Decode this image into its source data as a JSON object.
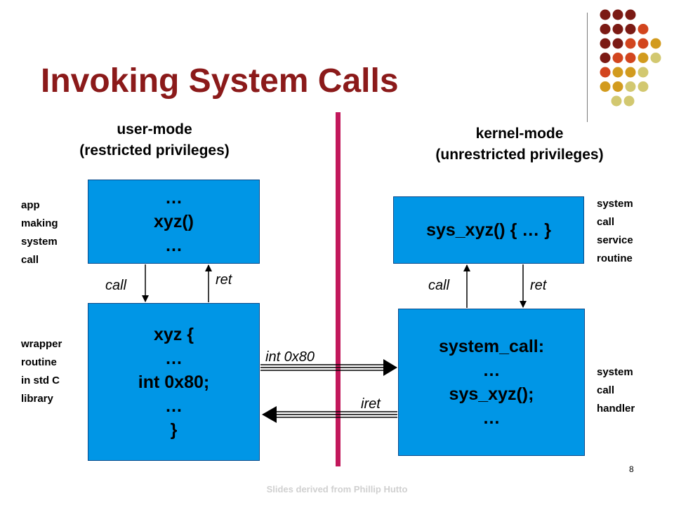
{
  "title": "Invoking System Calls",
  "user_mode": {
    "line1": "user-mode",
    "line2": "(restricted privileges)"
  },
  "kernel_mode": {
    "line1": "kernel-mode",
    "line2": "(unrestricted privileges)"
  },
  "app_box": {
    "lines": [
      "…",
      "xyz()",
      "…"
    ]
  },
  "wrapper_box": {
    "lines": [
      "xyz {",
      "…",
      "int 0x80;",
      "…",
      "}"
    ]
  },
  "service_box": {
    "lines": [
      "sys_xyz() { … }"
    ]
  },
  "handler_box": {
    "lines": [
      "system_call:",
      "…",
      "sys_xyz();",
      "…"
    ]
  },
  "labels": {
    "left_call": "call",
    "left_ret": "ret",
    "right_call": "call",
    "right_ret": "ret",
    "int": "int 0x80",
    "iret": "iret"
  },
  "side_labels": {
    "app": [
      "app",
      "making",
      "system",
      "call"
    ],
    "wrapper": [
      "wrapper",
      "routine",
      "in std C",
      "library"
    ],
    "service": [
      "system",
      "call",
      "service",
      "routine"
    ],
    "handler": [
      "system",
      "call",
      "handler"
    ]
  },
  "page_number": "8",
  "footer": "Slides derived from Phillip Hutto",
  "colors": {
    "title": "#8b1a1a",
    "box": "#0096e6",
    "divider": "#c2185b",
    "dots": [
      "#7b1a14",
      "#d2451e",
      "#d29b1e",
      "#d2c870"
    ]
  }
}
